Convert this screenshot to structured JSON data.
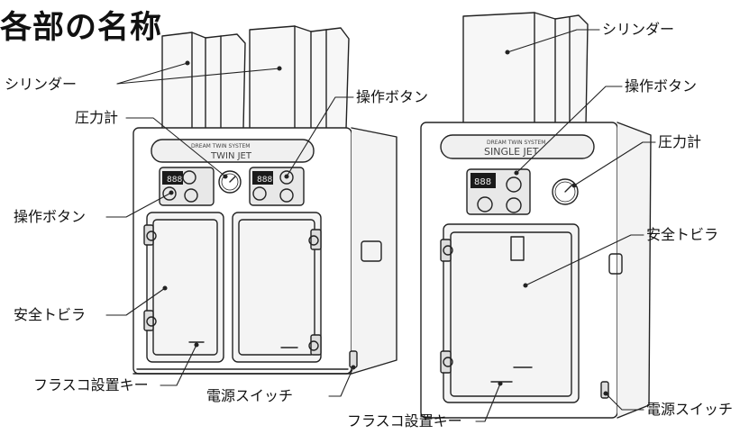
{
  "heading": "各部の名称",
  "twin_unit": {
    "brand": "DREAM TWIN SYSTEM",
    "model": "TWIN JET",
    "display": [
      "888",
      "888"
    ],
    "labels": {
      "cylinder": "シリンダー",
      "pressure_gauge": "圧力計",
      "op_buttons_left": "操作ボタン",
      "op_buttons_right": "操作ボタン",
      "safety_door": "安全トビラ",
      "flask_key": "フラスコ設置キー",
      "power_switch": "電源スイッチ"
    }
  },
  "single_unit": {
    "brand": "DREAM TWIN SYSTEM",
    "model": "SINGLE JET",
    "display": "888",
    "labels": {
      "cylinder": "シリンダー",
      "op_buttons": "操作ボタン",
      "pressure_gauge": "圧力計",
      "safety_door": "安全トビラ",
      "power_switch": "電源スイッチ",
      "flask_key": "フラスコ設置キー"
    }
  },
  "colors": {
    "line": "#222222",
    "panel": "#e8e8e8",
    "display": "#1a1a1a",
    "glass": "#f4f4f4"
  }
}
